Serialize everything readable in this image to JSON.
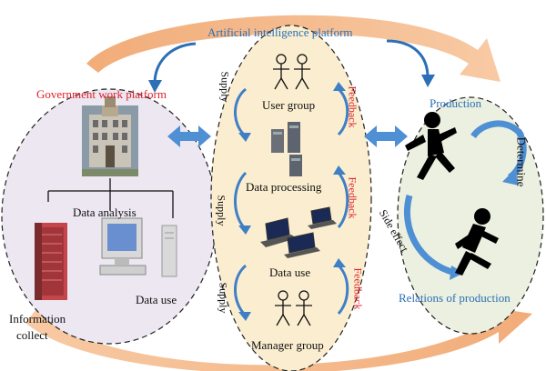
{
  "diagram": {
    "top_title": "Artificial intelligence platform",
    "left_title": "Government work platform",
    "left_labels": {
      "data_analysis": "Data analysis",
      "data_use": "Data use",
      "information_collect_line1": "Information",
      "information_collect_line2": "collect"
    },
    "center_labels": {
      "user_group": "User group",
      "data_processing": "Data processing",
      "data_use": "Data use",
      "manager_group": "Manager group",
      "supply": "Supply",
      "feedback": "Feedback"
    },
    "right_labels": {
      "production": "Production",
      "relations_of_production": "Relations of production",
      "determine": "Determine",
      "side_effect": "Side effect"
    },
    "colors": {
      "left_fill": "#ece7f1",
      "center_fill": "#fbeed0",
      "right_fill": "#ebf0e0",
      "orange_arrow": "#f4b07c",
      "blue_arrow": "#3f7fc6",
      "red_text": "#e0202a",
      "blue_text": "#2b6fb6"
    }
  }
}
